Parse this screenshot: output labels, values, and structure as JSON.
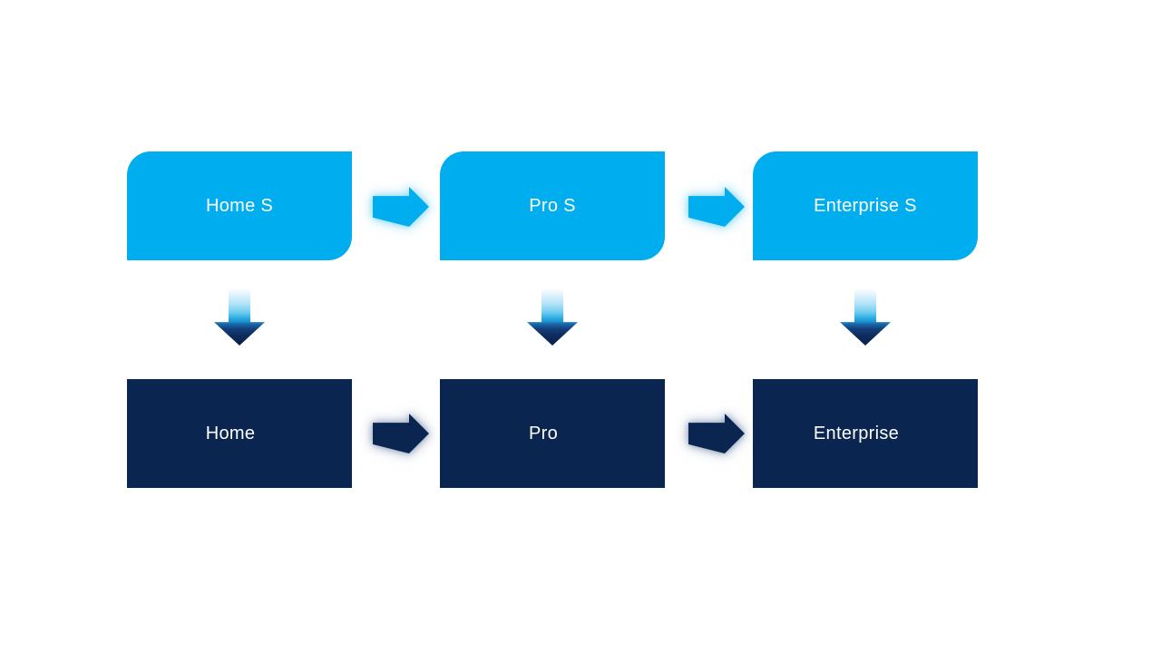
{
  "diagram": {
    "top_row": [
      {
        "id": "home-s",
        "label": "Home S"
      },
      {
        "id": "pro-s",
        "label": "Pro S"
      },
      {
        "id": "enterprise-s",
        "label": "Enterprise S"
      }
    ],
    "bottom_row": [
      {
        "id": "home",
        "label": "Home"
      },
      {
        "id": "pro",
        "label": "Pro"
      },
      {
        "id": "enterprise",
        "label": "Enterprise"
      }
    ],
    "icons": {
      "right_arrow": "right-arrow-icon",
      "down_arrow": "down-arrow-icon"
    },
    "colors": {
      "background": "#ffffff",
      "top_node_fill": "#00aeef",
      "bottom_node_fill": "#0a2650",
      "node_text": "#ffffff",
      "light_arrow_fill": "#00aeef",
      "light_arrow_glow": "#82d6f6",
      "dark_arrow_fill": "#0a2650",
      "dark_arrow_glow": "#7d91af",
      "down_arrow_gradient_top": "#ffffff",
      "down_arrow_gradient_mid": "#2bace2",
      "down_arrow_gradient_bottom": "#0a2048"
    }
  }
}
